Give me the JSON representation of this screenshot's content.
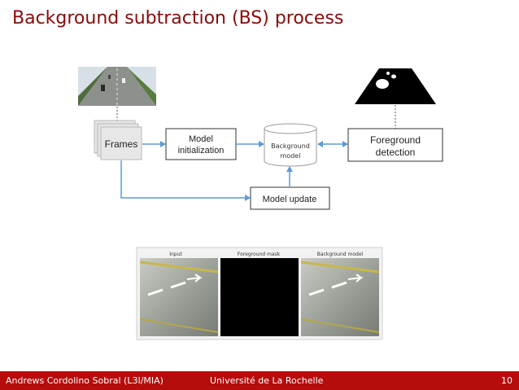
{
  "slide": {
    "title": "Background subtraction (BS) process",
    "footer": {
      "author": "Andrews Cordolino Sobral (L3I/MIA)",
      "institution": "Université de La Rochelle",
      "page": "10"
    }
  },
  "diagram": {
    "frames_label": "Frames",
    "model_init_line1": "Model",
    "model_init_line2": "initialization",
    "bg_model_line1": "Background",
    "bg_model_line2": "model",
    "fg_detection_line1": "Foreground",
    "fg_detection_line2": "detection",
    "model_update_label": "Model update"
  },
  "panels": {
    "input": "Input",
    "fg_mask": "Foreground mask",
    "bg_model": "Background model"
  },
  "colors": {
    "title": "#8b0a0a",
    "footer_bg": "#b50c0c",
    "arrow": "#5b9bd5"
  }
}
